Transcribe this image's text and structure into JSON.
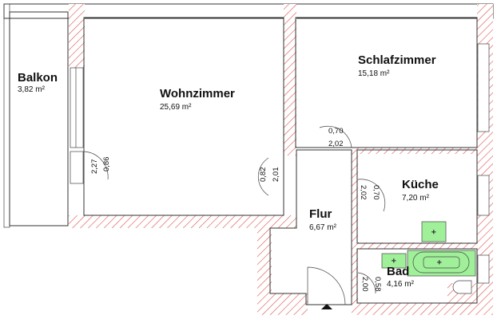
{
  "colors": {
    "room": "#a0f09a",
    "balcony": "#fdcb7a",
    "wall_hatch": "#e05050"
  },
  "rooms": [
    {
      "name": "Balkon",
      "area": "3,82 m²"
    },
    {
      "name": "Wohnzimmer",
      "area": "25,69 m²"
    },
    {
      "name": "Schlafzimmer",
      "area": "15,18 m²"
    },
    {
      "name": "Küche",
      "area": "7,20 m²"
    },
    {
      "name": "Flur",
      "area": "6,67 m²"
    },
    {
      "name": "Bad",
      "area": "4,16 m²"
    }
  ],
  "dimensions": {
    "wohn_balkon_door": [
      "0,86",
      "2,27"
    ],
    "wohn_flur_door": [
      "0,82",
      "2,01"
    ],
    "schlaf_door": [
      "0,70",
      "2,02"
    ],
    "kueche_door": [
      "2,02",
      "0,70"
    ],
    "bad_door": [
      "2,00",
      "0,58"
    ]
  },
  "icons": [
    "entrance-arrow-icon",
    "sink-icon",
    "bathtub-icon",
    "toilet-icon",
    "stove-icon"
  ]
}
